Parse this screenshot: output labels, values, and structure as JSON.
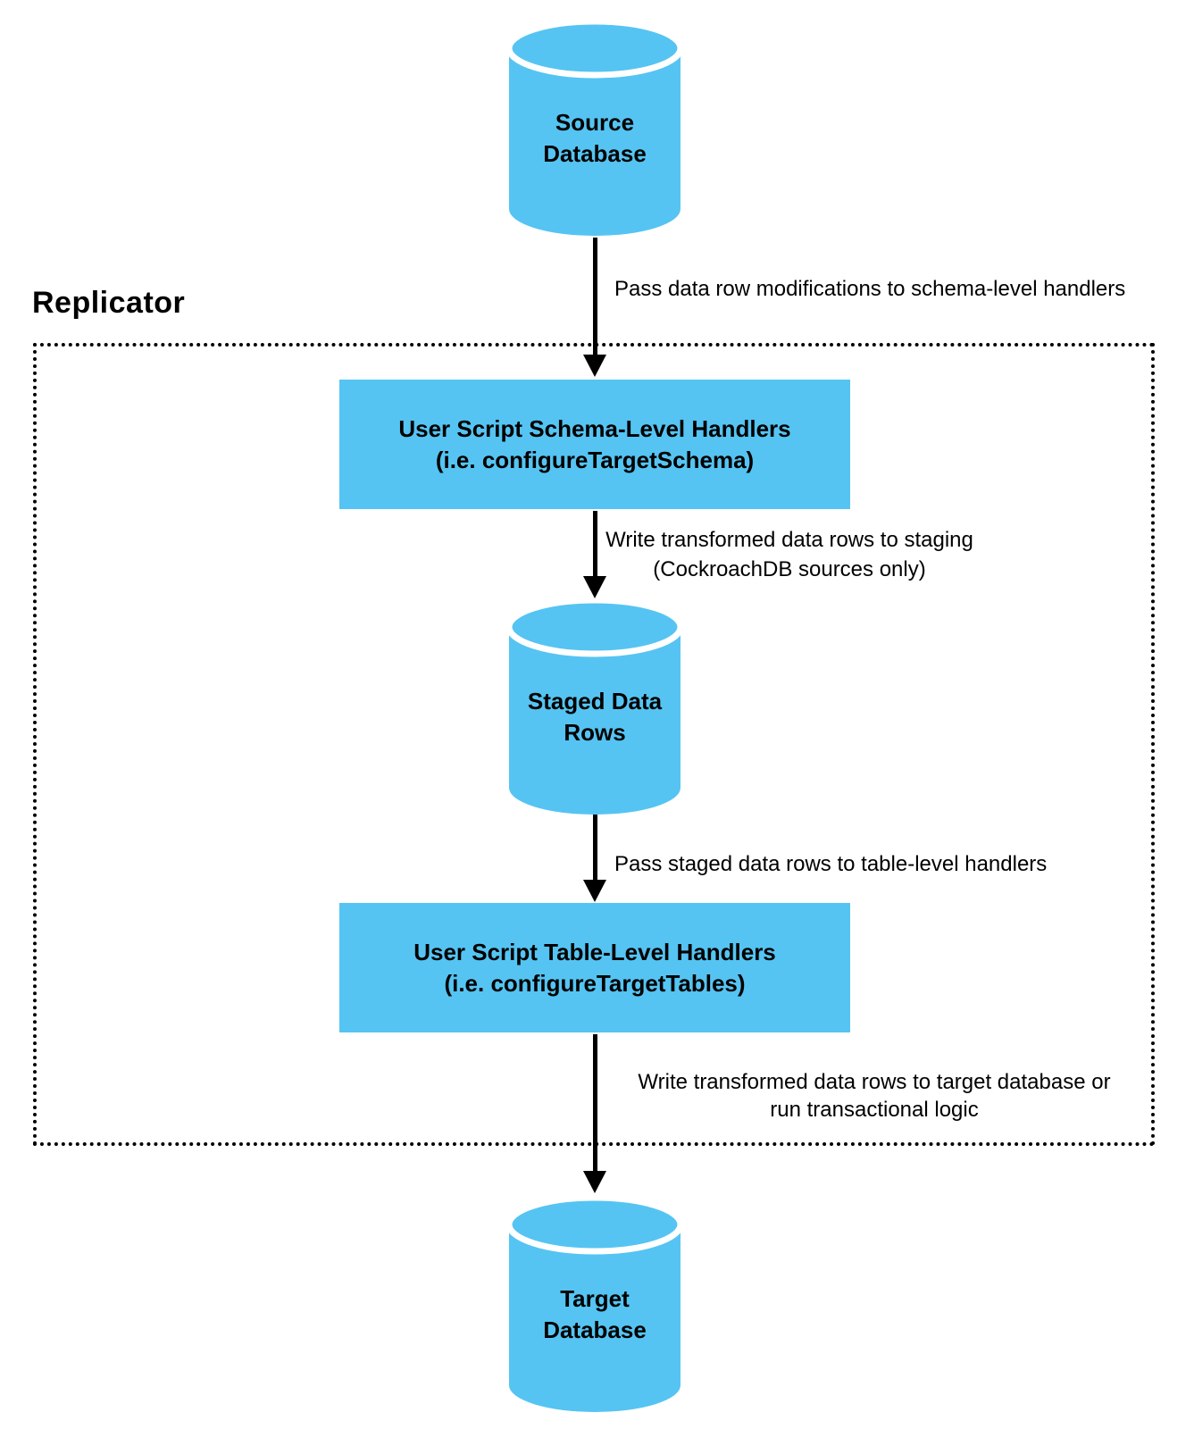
{
  "diagram": {
    "title": "Replicator",
    "nodes": {
      "source_db": {
        "line1": "Source",
        "line2": "Database"
      },
      "schema_handlers": {
        "line1": "User Script Schema-Level Handlers",
        "line2": "(i.e. configureTargetSchema)"
      },
      "staged_rows": {
        "line1": "Staged Data",
        "line2": "Rows"
      },
      "table_handlers": {
        "line1": "User Script Table-Level Handlers",
        "line2": "(i.e. configureTargetTables)"
      },
      "target_db": {
        "line1": "Target",
        "line2": "Database"
      }
    },
    "edges": {
      "source_to_schema": {
        "line1": "Pass data row modifications to schema-level handlers"
      },
      "schema_to_staged": {
        "line1": "Write transformed data rows to staging",
        "line2": "(CockroachDB sources only)"
      },
      "staged_to_table": {
        "line1": "Pass staged data rows to table-level handlers"
      },
      "table_to_target": {
        "line1": "Write transformed data rows to target database or",
        "line2": "run transactional logic"
      }
    },
    "colors": {
      "node_fill": "#55C4F2",
      "line": "#000000",
      "text": "#000000"
    }
  }
}
